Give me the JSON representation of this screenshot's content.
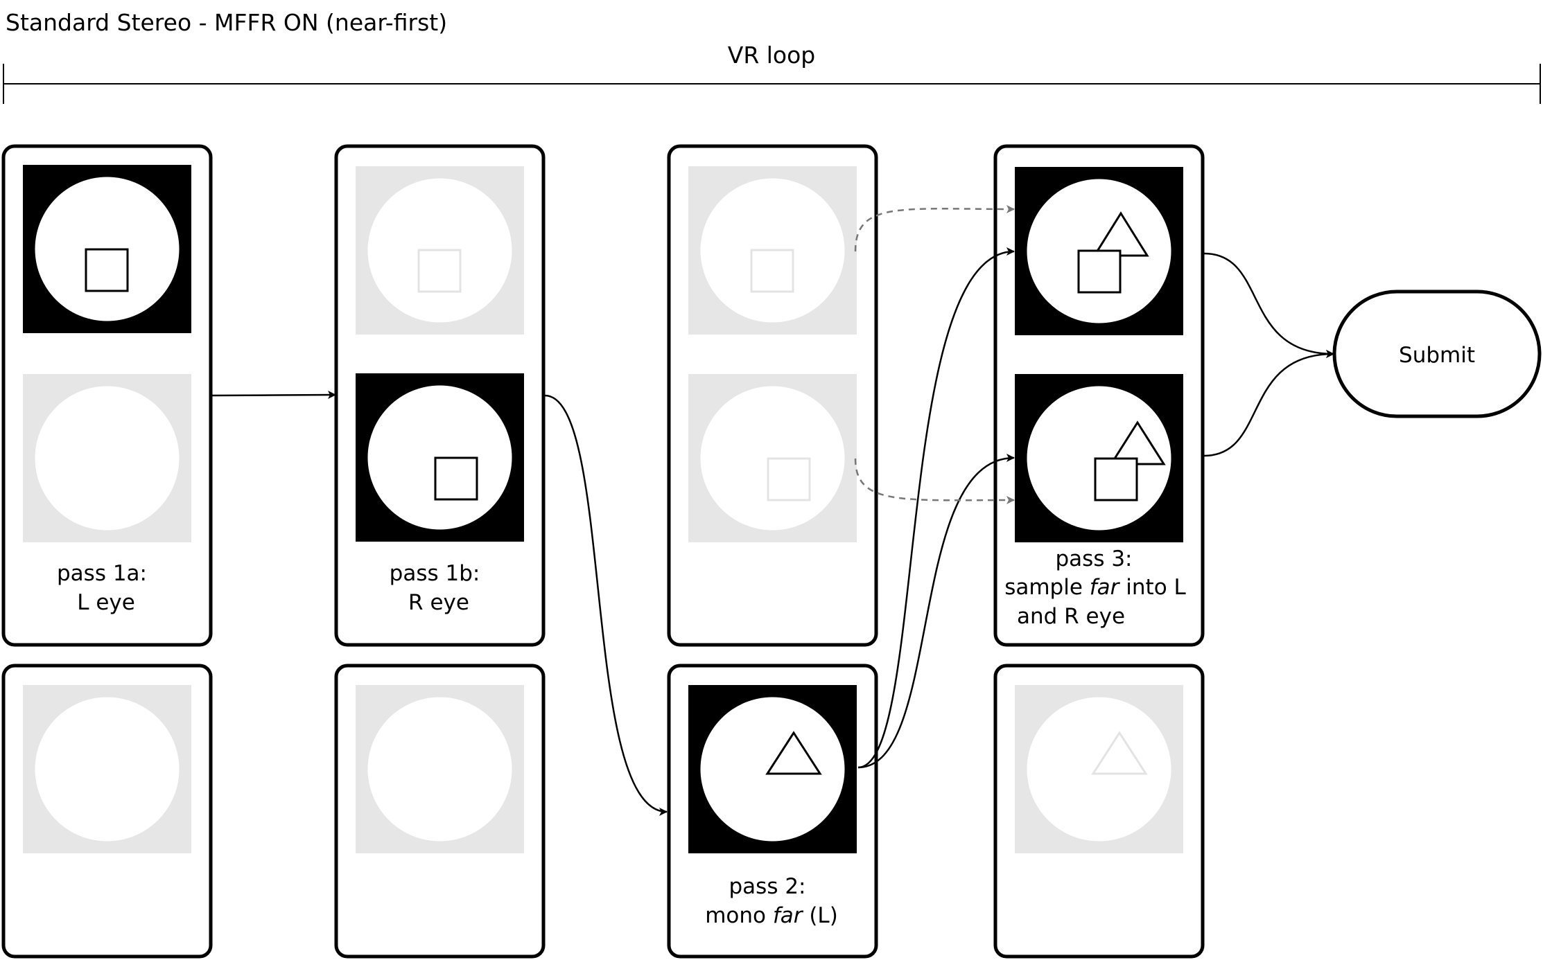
{
  "title": "Standard Stereo - MFFR ON (near-first)",
  "loop_label": "VR loop",
  "submit_label": "Submit",
  "passes": {
    "p1a": {
      "line1": "pass 1a:",
      "line2": "L eye"
    },
    "p1b": {
      "line1": "pass 1b:",
      "line2": "R eye"
    },
    "p2": {
      "line1": "pass 2:",
      "line2_pre": "mono ",
      "line2_em": "far",
      "line2_post": " (L)"
    },
    "p3": {
      "line1": "pass 3:",
      "line2_pre": "sample ",
      "line2_em": "far",
      "line2_post": " into L",
      "line3": "and R eye"
    }
  },
  "colors": {
    "active": "#000000",
    "inactive": "#e6e6e6",
    "ghost": "#e3e3e3",
    "dashed_arrow": "#777777"
  },
  "icons": {
    "square": "square-icon",
    "triangle": "triangle-icon",
    "circle": "lens-circle"
  }
}
